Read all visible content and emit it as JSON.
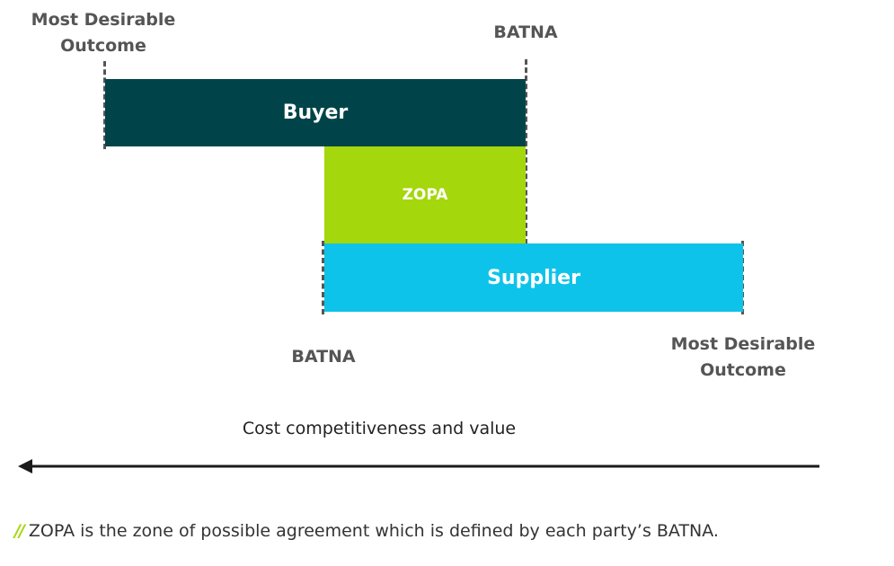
{
  "buyer": {
    "label": "Buyer",
    "mdo_label_line1": "Most Desirable",
    "mdo_label_line2": "Outcome",
    "batna_label": "BATNA",
    "color": "#00444a"
  },
  "zopa": {
    "label": "ZOPA",
    "color": "#a4d70c"
  },
  "supplier": {
    "label": "Supplier",
    "batna_label": "BATNA",
    "mdo_label_line1": "Most Desirable",
    "mdo_label_line2": "Outcome",
    "color": "#0ec3ea"
  },
  "axis": {
    "label": "Cost competitiveness and value",
    "direction": "left"
  },
  "footnote": {
    "mark": "//",
    "text": "ZOPA is the zone of possible agreement which is defined by each party’s BATNA.",
    "mark_color": "#a4d70c"
  }
}
